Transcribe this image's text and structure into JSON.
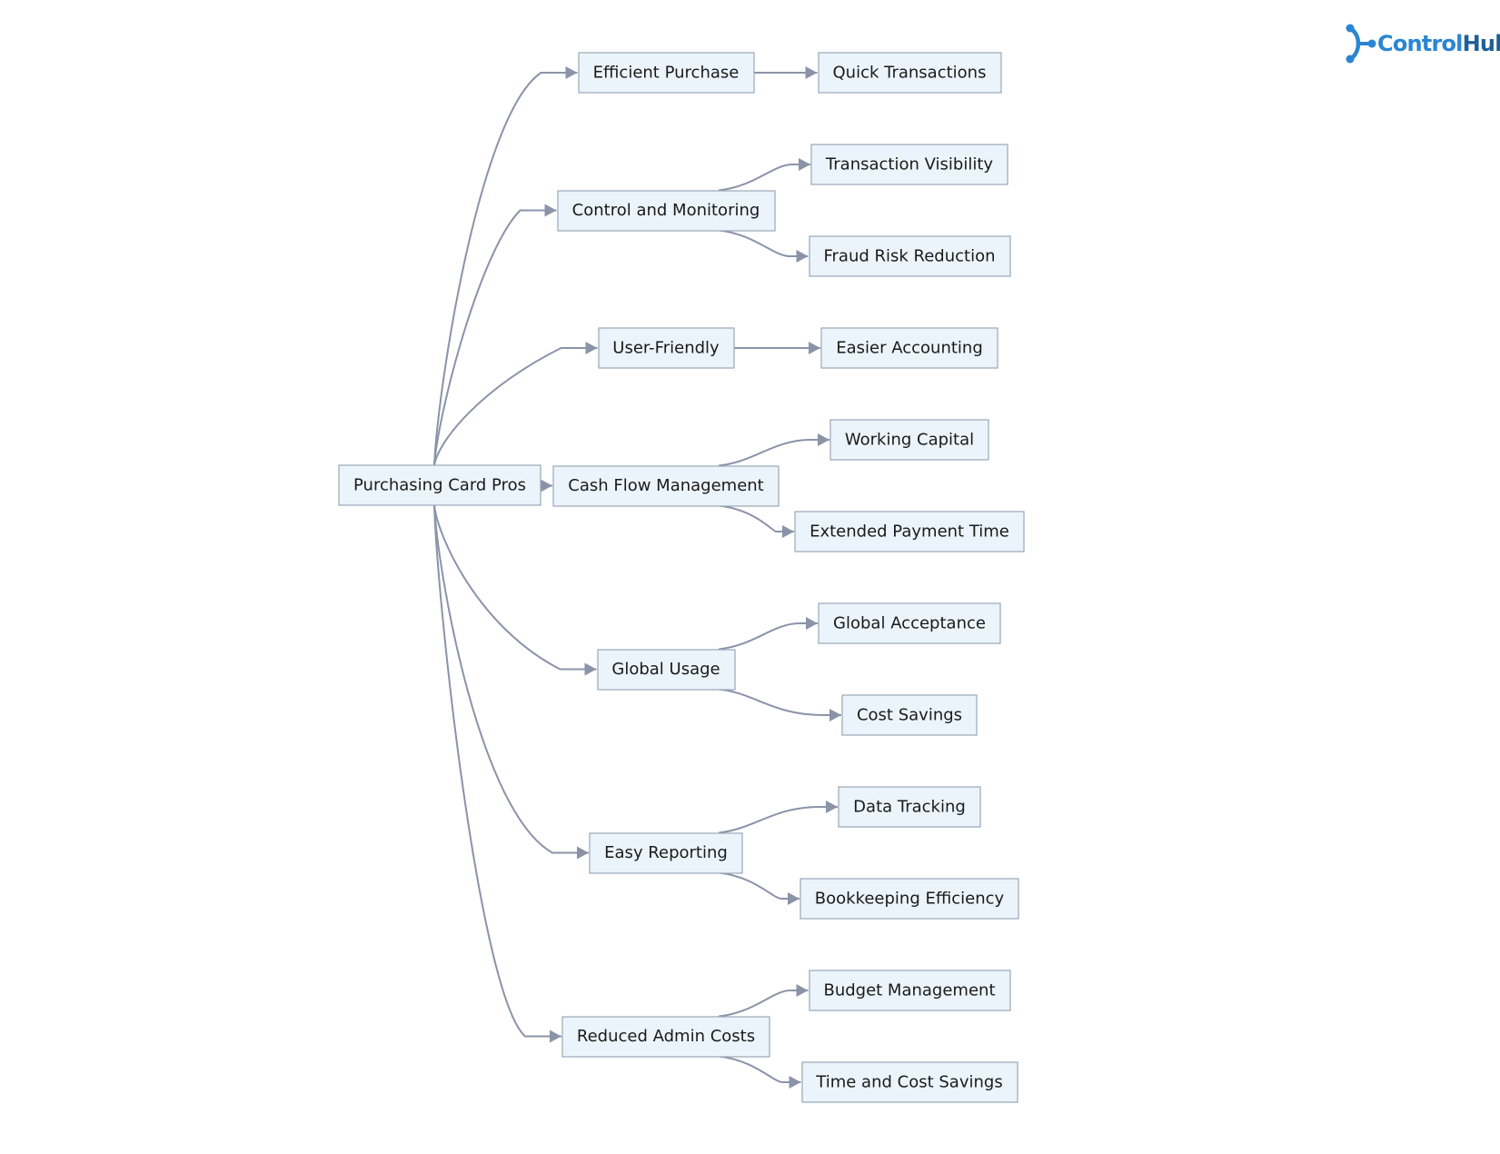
{
  "brand": {
    "name_part1": "Control",
    "name_part2": "Hub",
    "color_primary": "#2a86d1",
    "color_secondary": "#1e5f99",
    "icon": "network-node-icon"
  },
  "diagram": {
    "type": "flowchart-lr",
    "colors": {
      "node_fill": "#ecf4fb",
      "node_stroke": "#9aa7b8",
      "edge": "#8b93a8"
    },
    "root": {
      "id": "root",
      "label": "Purchasing Card Pros"
    },
    "branches": [
      {
        "id": "b1",
        "label": "Efficient Purchase",
        "children": [
          {
            "id": "b1c1",
            "label": "Quick Transactions"
          }
        ]
      },
      {
        "id": "b2",
        "label": "Control and Monitoring",
        "children": [
          {
            "id": "b2c1",
            "label": "Transaction Visibility"
          },
          {
            "id": "b2c2",
            "label": "Fraud Risk Reduction"
          }
        ]
      },
      {
        "id": "b3",
        "label": "User-Friendly",
        "children": [
          {
            "id": "b3c1",
            "label": "Easier Accounting"
          }
        ]
      },
      {
        "id": "b4",
        "label": "Cash Flow Management",
        "children": [
          {
            "id": "b4c1",
            "label": "Working Capital"
          },
          {
            "id": "b4c2",
            "label": "Extended Payment Time"
          }
        ]
      },
      {
        "id": "b5",
        "label": "Global Usage",
        "children": [
          {
            "id": "b5c1",
            "label": "Global Acceptance"
          },
          {
            "id": "b5c2",
            "label": "Cost Savings"
          }
        ]
      },
      {
        "id": "b6",
        "label": "Easy Reporting",
        "children": [
          {
            "id": "b6c1",
            "label": "Data Tracking"
          },
          {
            "id": "b6c2",
            "label": "Bookkeeping Efficiency"
          }
        ]
      },
      {
        "id": "b7",
        "label": "Reduced Admin Costs",
        "children": [
          {
            "id": "b7c1",
            "label": "Budget Management"
          },
          {
            "id": "b7c2",
            "label": "Time and Cost Savings"
          }
        ]
      }
    ]
  }
}
